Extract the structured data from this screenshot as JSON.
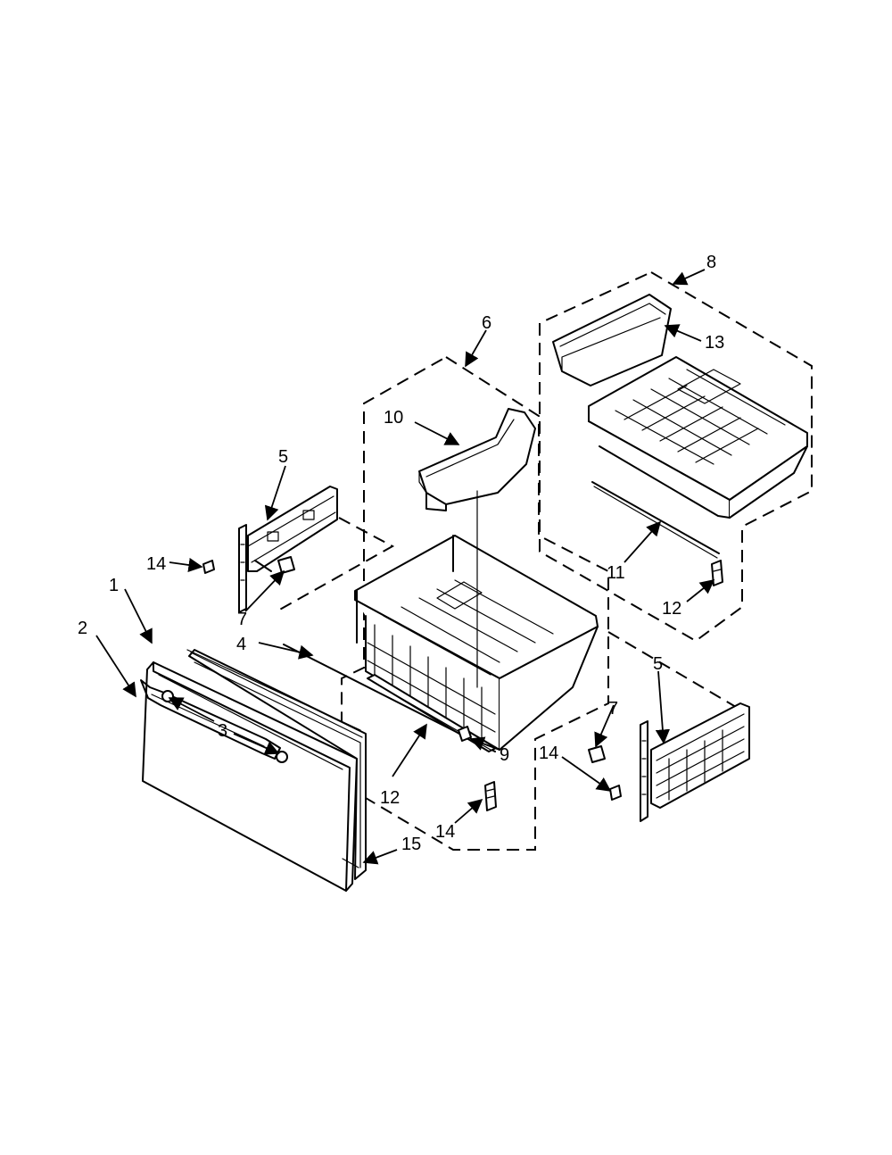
{
  "labels": {
    "p1": "1",
    "p2": "2",
    "p3": "3",
    "p4": "4",
    "p5a": "5",
    "p5b": "5",
    "p6": "6",
    "p7a": "7",
    "p7b": "7",
    "p8": "8",
    "p9": "9",
    "p10": "10",
    "p11": "11",
    "p12a": "12",
    "p12b": "12",
    "p13": "13",
    "p14a": "14",
    "p14b": "14",
    "p14c": "14",
    "p15": "15"
  },
  "colors": {
    "line": "#000000",
    "background": "#ffffff"
  }
}
